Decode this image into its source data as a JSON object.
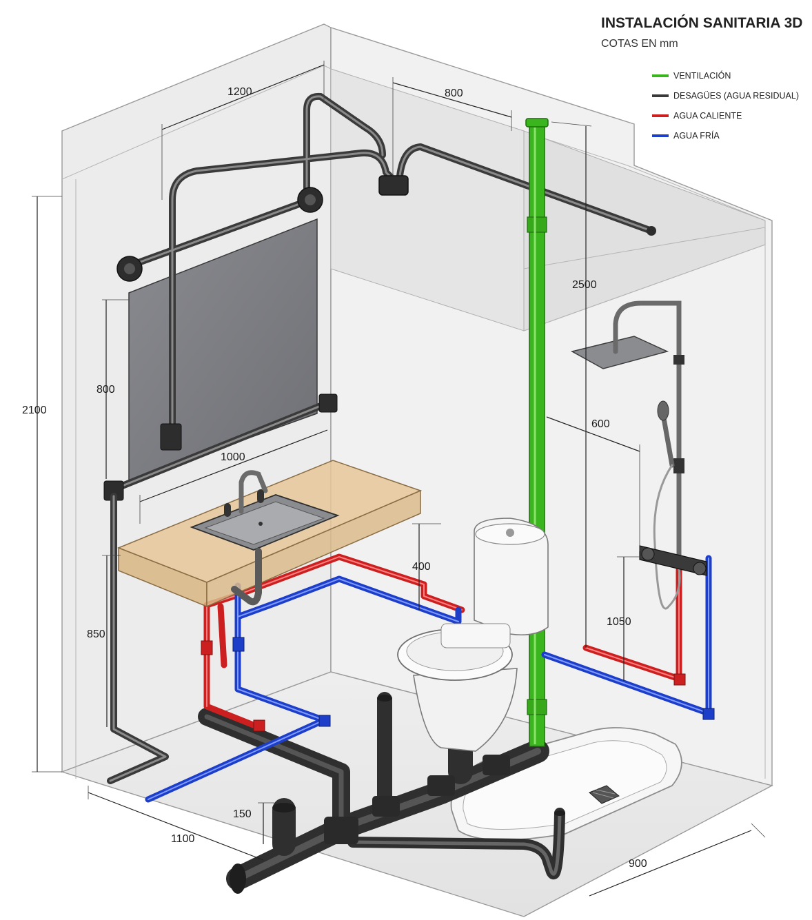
{
  "title": "INSTALACIÓN SANITARIA 3D",
  "subtitle": "COTAS EN mm",
  "legend": [
    {
      "label": "VENTILACIÓN",
      "color": "#3bb51d"
    },
    {
      "label": "DESAGÜES (AGUA RESIDUAL)",
      "color": "#3a3a3a"
    },
    {
      "label": "AGUA CALIENTE",
      "color": "#cc2020"
    },
    {
      "label": "AGUA FRÍA",
      "color": "#1c3ec9"
    }
  ],
  "dimensions": {
    "d1200": "1200",
    "d800_top": "800",
    "d2500": "2500",
    "d2100": "2100",
    "d800_mirror": "800",
    "d1000": "1000",
    "d600": "600",
    "d400": "400",
    "d850": "850",
    "d1050": "1050",
    "d150": "150",
    "d1100": "1100",
    "d900": "900"
  },
  "colors": {
    "vent": "#3bb51d",
    "drain": "#3a3a3a",
    "hot": "#cc2020",
    "cold": "#1c3ec9",
    "counter": "#e6c79a",
    "mirror": "#7d7e82"
  }
}
